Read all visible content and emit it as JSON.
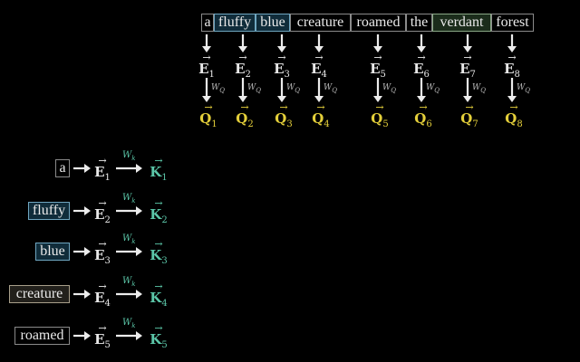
{
  "top_tokens": [
    {
      "text": "a",
      "style": "plain"
    },
    {
      "text": "fluffy",
      "style": "blue"
    },
    {
      "text": "blue",
      "style": "blue"
    },
    {
      "text": "creature",
      "style": "plain"
    },
    {
      "text": "roamed",
      "style": "plain"
    },
    {
      "text": "the",
      "style": "plain"
    },
    {
      "text": "verdant",
      "style": "green"
    },
    {
      "text": "forest",
      "style": "plain"
    }
  ],
  "embeddings": [
    {
      "symbol": "E",
      "sub": "1"
    },
    {
      "symbol": "E",
      "sub": "2"
    },
    {
      "symbol": "E",
      "sub": "3"
    },
    {
      "symbol": "E",
      "sub": "4"
    },
    {
      "symbol": "E",
      "sub": "5"
    },
    {
      "symbol": "E",
      "sub": "6"
    },
    {
      "symbol": "E",
      "sub": "7"
    },
    {
      "symbol": "E",
      "sub": "8"
    }
  ],
  "queries": [
    {
      "symbol": "Q",
      "sub": "1"
    },
    {
      "symbol": "Q",
      "sub": "2"
    },
    {
      "symbol": "Q",
      "sub": "3"
    },
    {
      "symbol": "Q",
      "sub": "4"
    },
    {
      "symbol": "Q",
      "sub": "5"
    },
    {
      "symbol": "Q",
      "sub": "6"
    },
    {
      "symbol": "Q",
      "sub": "7"
    },
    {
      "symbol": "Q",
      "sub": "8"
    }
  ],
  "query_weight": {
    "symbol": "W",
    "sub": "Q"
  },
  "key_weight": {
    "symbol": "W",
    "sub": "k"
  },
  "vector_arrow": "→",
  "left_rows": [
    {
      "token": "a",
      "style": "plain",
      "e_sub": "1",
      "k_sub": "1"
    },
    {
      "token": "fluffy",
      "style": "blue",
      "e_sub": "2",
      "k_sub": "2"
    },
    {
      "token": "blue",
      "style": "blue",
      "e_sub": "3",
      "k_sub": "3"
    },
    {
      "token": "creature",
      "style": "tan",
      "e_sub": "4",
      "k_sub": "4"
    },
    {
      "token": "roamed",
      "style": "plain",
      "e_sub": "5",
      "k_sub": "5"
    }
  ],
  "colors": {
    "query": "#e4cf3a",
    "key": "#5bc6a8",
    "highlight_blue": "#6fa6c0",
    "highlight_green": "#8aa886"
  }
}
